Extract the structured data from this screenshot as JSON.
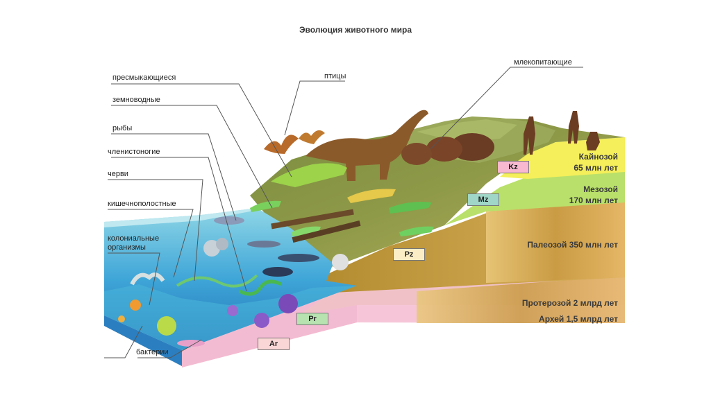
{
  "title": "Эволюция животного мира",
  "labels": {
    "reptiles": "пресмыкающиеся",
    "amphibians": "земноводные",
    "fish": "рыбы",
    "arthropods": "членистоногие",
    "worms": "черви",
    "coelenterates": "кишечнополостные",
    "colonial_line1": "колониальные",
    "colonial_line2": "организмы",
    "bacteria": "бактерии",
    "birds": "птицы",
    "mammals": "млекопитающие"
  },
  "eras": {
    "cenozoic_name": "Кайнозой",
    "cenozoic_age": "65 млн лет",
    "mesozoic_name": "Мезозой",
    "mesozoic_age": "170 млн лет",
    "paleozoic": "Палеозой 350 млн лет",
    "proterozoic": "Протерозой 2 млрд лет",
    "archean": "Архей 1,5 млрд лет"
  },
  "codes": {
    "kz": "Kz",
    "mz": "Mz",
    "pz": "Pz",
    "pr": "Pr",
    "ar": "Ar"
  },
  "colors": {
    "cenozoic": "#f4ef5a",
    "mesozoic": "#b9e06a",
    "paleozoic": "#c8a23f",
    "proterozoic": "#f2b8c8",
    "archean": "#f6c2d8",
    "water": "#3ea0d6",
    "kz_box": "#f7b8d0",
    "mz_box": "#9fd6c8",
    "pz_box": "#fbeec6",
    "pr_box": "#b7e3b0",
    "ar_box": "#fbd6d6"
  }
}
